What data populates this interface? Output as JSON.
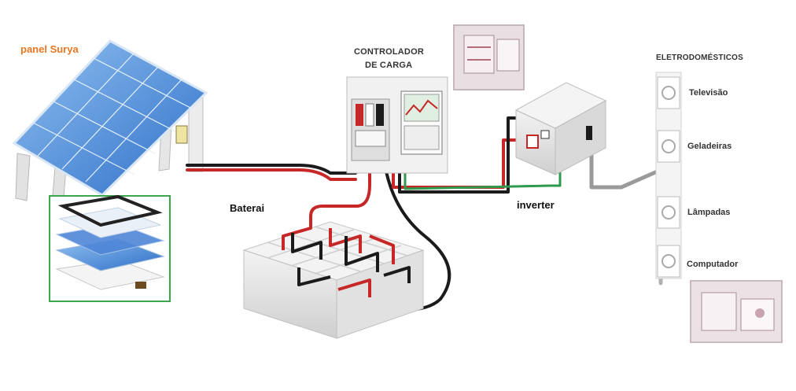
{
  "labels": {
    "solar_panel": "panel Surya",
    "battery": "Baterai",
    "inverter": "inverter",
    "controller_line1": "CONTROLADOR",
    "controller_line2": "DE CARGA",
    "appliances_title": "ELETRODOMÉSTICOS"
  },
  "appliances": [
    {
      "label": "Televisão"
    },
    {
      "label": "Geladeiras"
    },
    {
      "label": "Lâmpadas"
    },
    {
      "label": "Computador"
    }
  ],
  "colors": {
    "panel_label": "#e87722",
    "inset_border": "#3aa54a",
    "wire_positive": "#c62828",
    "wire_negative": "#1b1b1b",
    "wire_green": "#2e9a4e",
    "wire_gray": "#9a9a9a",
    "solar_cell": "#3f7fd6"
  },
  "icons": [
    "solar-panel-illustration",
    "panel-layers-illustration",
    "charge-controller-illustration",
    "battery-bank-illustration",
    "inverter-illustration",
    "appliance-outlet-icon"
  ]
}
